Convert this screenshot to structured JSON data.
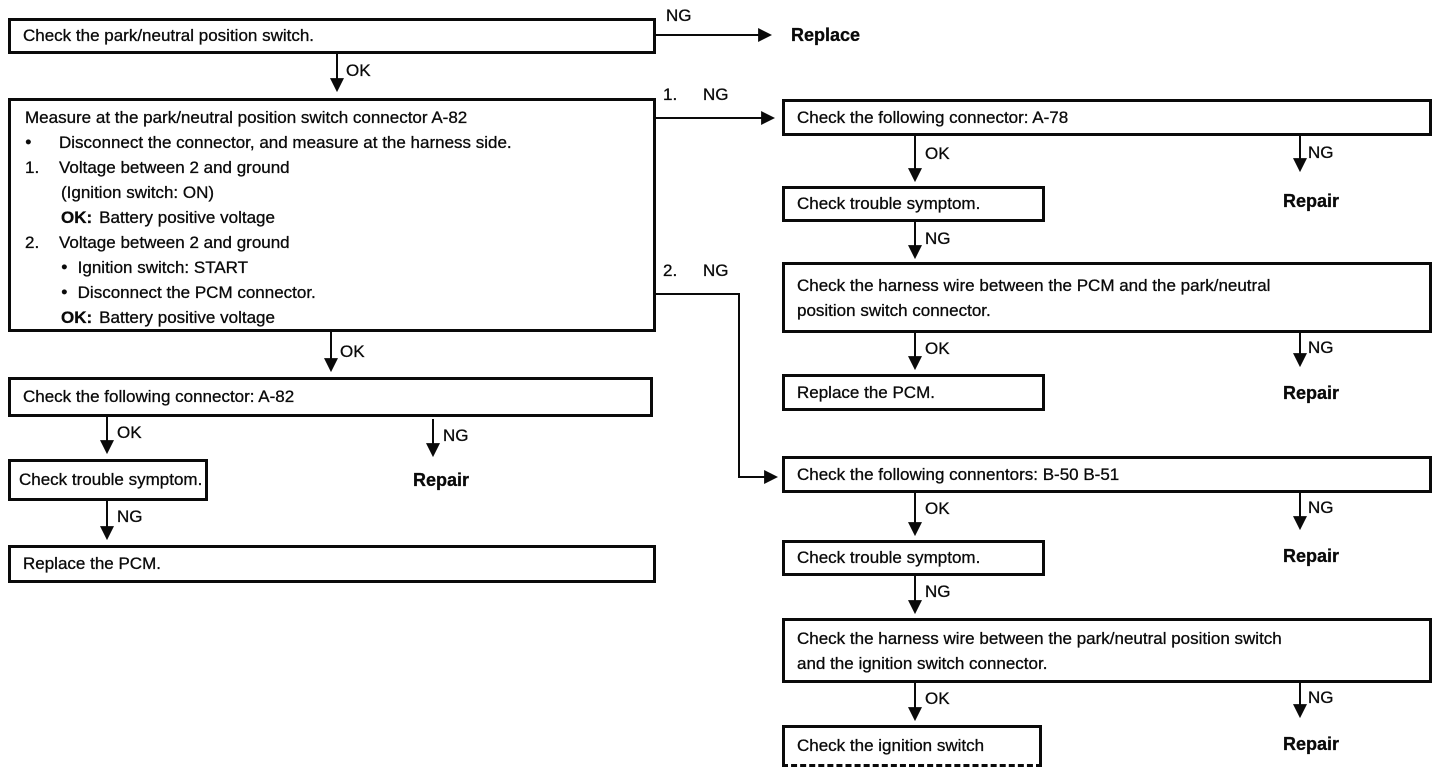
{
  "flowchart": {
    "boxes": {
      "check_pnp_switch": "Check the park/neutral position switch.",
      "connector_a82": "Check the following connector: A-82",
      "trouble_symptom_left": "Check trouble symptom.",
      "replace_pcm_left": "Replace the PCM.",
      "connector_a78": "Check the following connector: A-78",
      "trouble_symptom_r1": "Check trouble symptom.",
      "harness_pcm_lines": [
        "Check the harness wire between the PCM and the park/neutral",
        "position switch connector."
      ],
      "replace_pcm_right": "Replace the PCM.",
      "connectors_b50_b51": "Check the following connentors: B-50 B-51",
      "trouble_symptom_r2": "Check trouble symptom.",
      "harness_ignition_lines": [
        "Check the harness wire between the park/neutral position switch",
        "and the ignition switch connector."
      ],
      "check_ignition_switch": "Check the ignition switch"
    },
    "measure_box": {
      "line1": "Measure at the park/neutral position switch connector A-82",
      "bullet_char": "●",
      "item_bullet": "Disconnect the connector, and measure at the harness side.",
      "step1": {
        "num": "1.",
        "text": "Voltage between 2 and ground",
        "sub1": "(Ignition switch: ON)",
        "ok_label": "OK:",
        "ok_text": "Battery positive voltage"
      },
      "step2": {
        "num": "2.",
        "text": "Voltage between 2 and ground",
        "bullet1": "Ignition switch: START",
        "bullet2": "Disconnect the PCM connector.",
        "ok_label": "OK:",
        "ok_text": "Battery positive voltage"
      }
    },
    "labels": {
      "ok": "OK",
      "ng": "NG",
      "branch1": "1.",
      "branch2": "2.",
      "replace": "Replace",
      "repair": "Repair"
    },
    "colors": {
      "ink": "#0a0a0a",
      "background": "#ffffff"
    }
  }
}
